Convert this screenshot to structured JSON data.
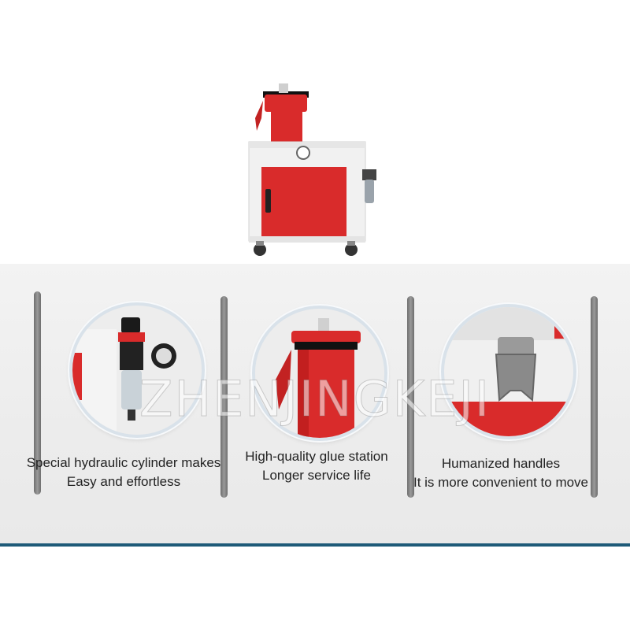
{
  "features": [
    {
      "line1": "Special hydraulic cylinder makes",
      "line2": "Easy and effortless"
    },
    {
      "line1": "High-quality glue station",
      "line2": "Longer service life"
    },
    {
      "line1": "Humanized handles",
      "line2": "It is more convenient to move"
    }
  ],
  "watermark": "ZHENJINGKEJI",
  "colors": {
    "accent_red": "#d92b2b",
    "cabinet_white": "#f1f1f1",
    "rule_blue": "#1e5a78"
  }
}
